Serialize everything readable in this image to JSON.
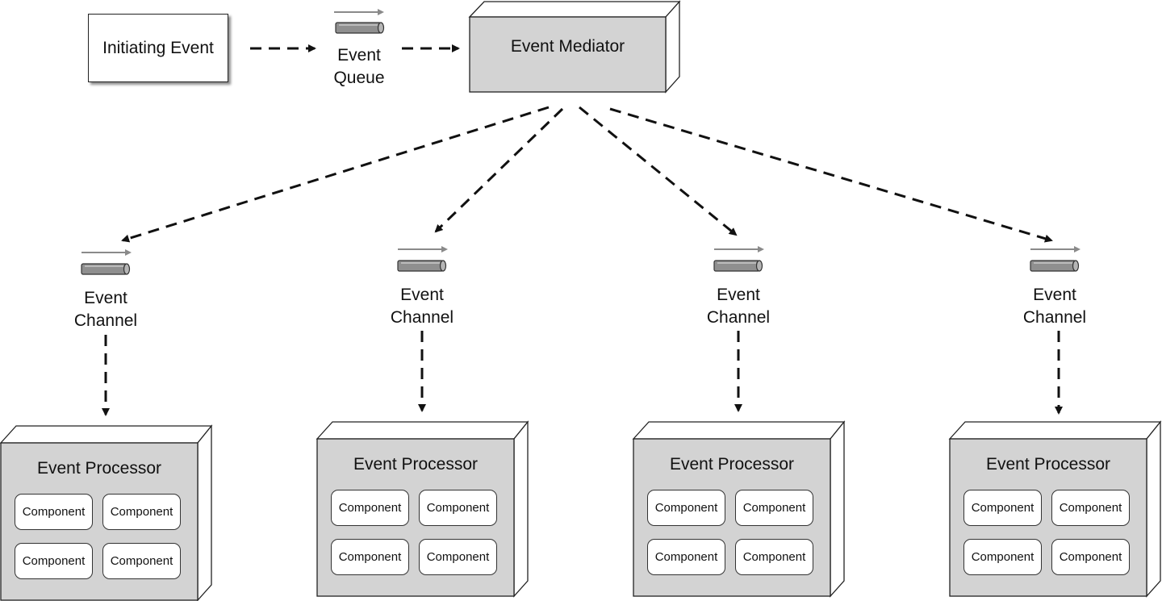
{
  "initiating_event": {
    "label": "Initiating Event"
  },
  "event_queue": {
    "label_line1": "Event",
    "label_line2": "Queue"
  },
  "event_mediator": {
    "label": "Event Mediator"
  },
  "branches": [
    {
      "channel": {
        "label_line1": "Event",
        "label_line2": "Channel"
      },
      "processor": {
        "title": "Event Processor",
        "components": [
          "Component",
          "Component",
          "Component",
          "Component"
        ]
      }
    },
    {
      "channel": {
        "label_line1": "Event",
        "label_line2": "Channel"
      },
      "processor": {
        "title": "Event Processor",
        "components": [
          "Component",
          "Component",
          "Component",
          "Component"
        ]
      }
    },
    {
      "channel": {
        "label_line1": "Event",
        "label_line2": "Channel"
      },
      "processor": {
        "title": "Event Processor",
        "components": [
          "Component",
          "Component",
          "Component",
          "Component"
        ]
      }
    },
    {
      "channel": {
        "label_line1": "Event",
        "label_line2": "Channel"
      },
      "processor": {
        "title": "Event Processor",
        "components": [
          "Component",
          "Component",
          "Component",
          "Component"
        ]
      }
    }
  ],
  "colors": {
    "box_fill": "#d3d3d3",
    "line": "#111111",
    "pipe": "#8a8a8a"
  }
}
